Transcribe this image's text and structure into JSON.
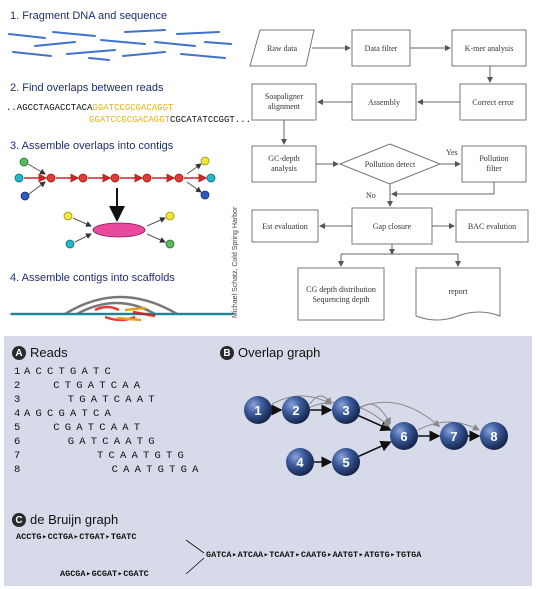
{
  "steps": {
    "s1": "1. Fragment DNA and sequence",
    "s2": "2. Find overlaps between reads",
    "s3": "3. Assemble overlaps into contigs",
    "s4": "4. Assemble contigs into scaffolds"
  },
  "overlap": {
    "line1_black": "..AGCCTAGACCTACA",
    "line1_yellow": "GGATCCGCGACAGGT",
    "line2_yellow": "GGATCCGCGACAGGT",
    "line2_black": "CGCATATCCGGT..."
  },
  "credit": "Michael Schatz, Cold Spring Harbor",
  "flowchart": {
    "raw_data": "Raw data",
    "data_filter": "Data filter",
    "kmer": "K-mer analysis",
    "soap_1": "Soapaligner",
    "soap_2": "alignment",
    "assembly": "Assembly",
    "correct": "Correct error",
    "gc_1": "GC-depth",
    "gc_2": "analysis",
    "pollution": "Pollution detect",
    "yes": "Yes",
    "no": "No",
    "pfilter_1": "Pollution",
    "pfilter_2": "filter",
    "est": "Est evaluation",
    "gap": "Gap closure",
    "bac": "BAC evalution",
    "cg_1": "CG depth distribution",
    "cg_2": "Sequencing depth",
    "report": "report"
  },
  "panelA": {
    "letter": "A",
    "title": "Reads",
    "reads": [
      {
        "num": "1",
        "seq": "ACCTGATC",
        "offset": 0
      },
      {
        "num": "2",
        "seq": "CTGATCAA",
        "offset": 2
      },
      {
        "num": "3",
        "seq": "TGATCAAT",
        "offset": 3
      },
      {
        "num": "4",
        "seq": "AGCGATCA",
        "offset": 0
      },
      {
        "num": "5",
        "seq": "CGATCAAT",
        "offset": 2
      },
      {
        "num": "6",
        "seq": "GATCAATG",
        "offset": 3
      },
      {
        "num": "7",
        "seq": "TCAATGTG",
        "offset": 5
      },
      {
        "num": "8",
        "seq": "CAATGTGA",
        "offset": 6
      }
    ]
  },
  "panelB": {
    "letter": "B",
    "title": "Overlap graph",
    "nodes": [
      "1",
      "2",
      "3",
      "4",
      "5",
      "6",
      "7",
      "8"
    ]
  },
  "panelC": {
    "letter": "C",
    "title": "de Bruijn graph",
    "top_kmers": [
      "ACCTG",
      "CCTGA",
      "CTGAT",
      "TGATC"
    ],
    "bottom_kmers": [
      "AGCGA",
      "GCGAT",
      "CGATC"
    ],
    "chain_kmers": [
      "GATCA",
      "ATCAA",
      "TCAAT",
      "CAATG",
      "AATGT",
      "ATGTG",
      "TGTGA"
    ]
  }
}
